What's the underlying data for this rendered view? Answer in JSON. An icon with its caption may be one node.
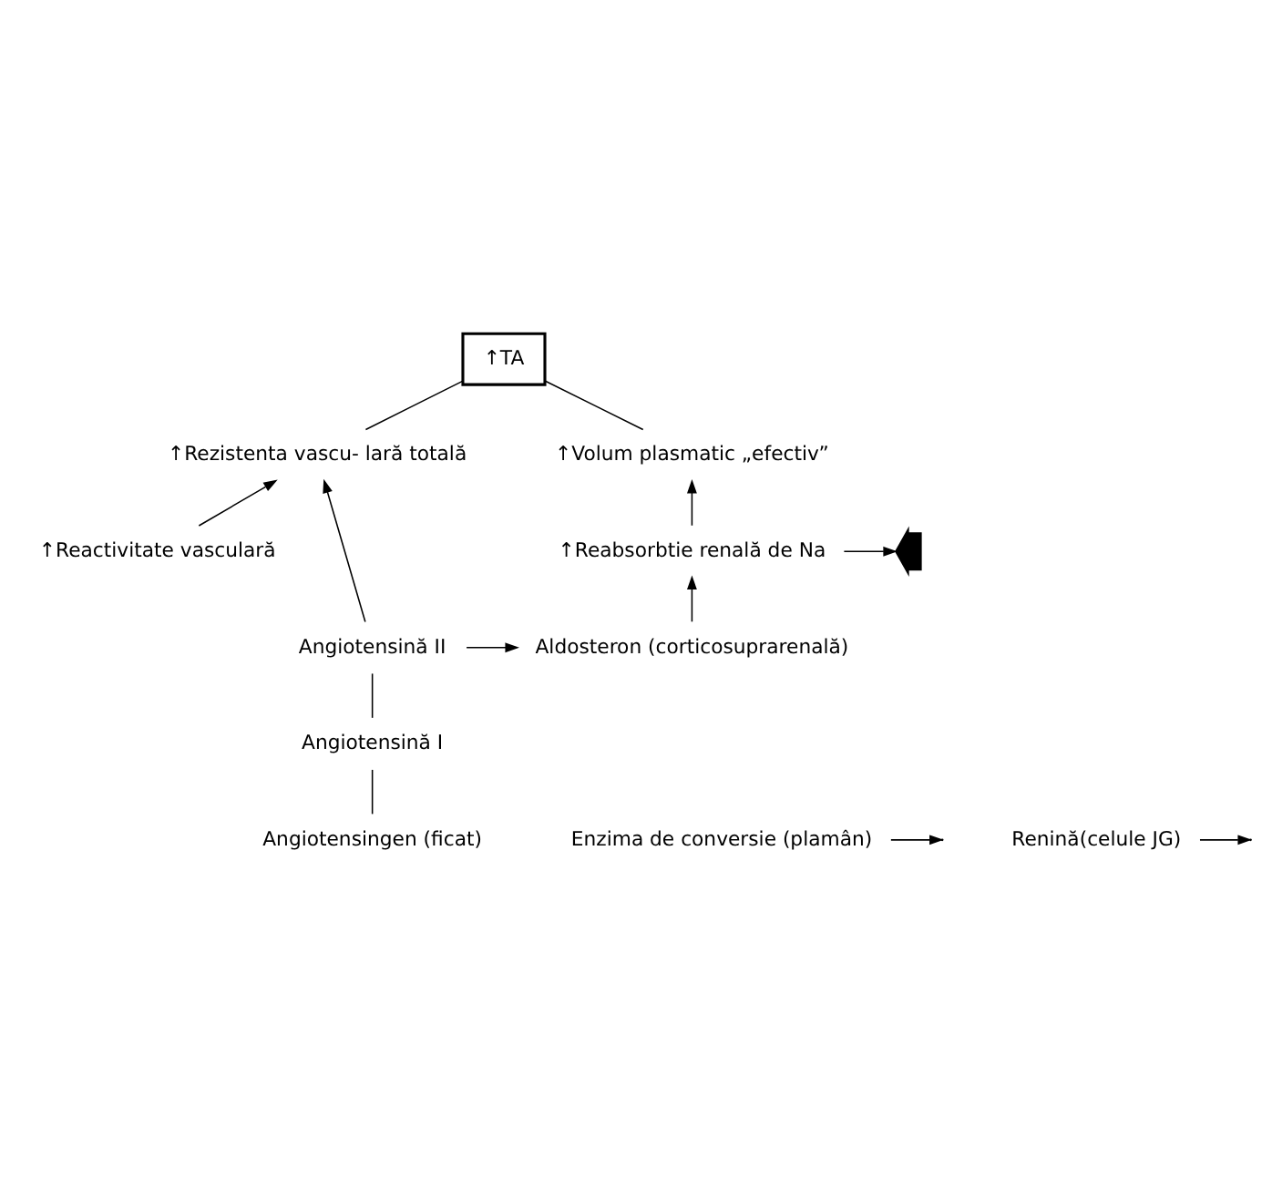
{
  "diagram": {
    "nodes": [
      {
        "text": [
          "↑TA"
        ]
      },
      {
        "text": [
          "↑Rezistenta vascu- lară totală"
        ]
      },
      {
        "text": [
          "↑Volum plasmatic „efectiv”"
        ]
      },
      {
        "text": [
          "↑Reactivitate vasculară"
        ]
      },
      {
        "text": [],
        "shape": "arrow"
      },
      {
        "text": [
          "↑Reabsorbtie renală de Na"
        ]
      },
      {
        "text": [
          "Angiotensină II"
        ]
      },
      {
        "text": [
          "Aldosteron (corticosuprarenală)"
        ]
      },
      {
        "text": [
          "Enzima de conversie (plamân)"
        ]
      },
      {
        "text": [
          "Angiotensină I"
        ]
      },
      {
        "text": [
          "Renină(celule JG)"
        ]
      },
      {
        "text": [
          "Angiotensingen (ficat)"
        ]
      }
    ],
    "edges": [
      {
        "from": 1,
        "to": 0,
        "arrow": "none"
      },
      {
        "from": 2,
        "to": 0,
        "arrow": "none"
      },
      {
        "from": 6,
        "to": 1,
        "arrow": "to"
      },
      {
        "from": 3,
        "to": 1,
        "arrow": "to"
      },
      {
        "from": 5,
        "to": 4,
        "arrow": "to"
      },
      {
        "from": 5,
        "to": 2,
        "arrow": "to"
      },
      {
        "from": 7,
        "to": 5,
        "arrow": "to"
      },
      {
        "from": 6,
        "to": 7,
        "arrow": "to"
      },
      {
        "from": 8,
        "to": null,
        "arrow": "to"
      },
      {
        "from": 9,
        "to": 6,
        "arrow": "none"
      },
      {
        "from": 10,
        "to": null,
        "arrow": "to"
      },
      {
        "from": 11,
        "to": 9,
        "arrow": "none"
      }
    ]
  }
}
